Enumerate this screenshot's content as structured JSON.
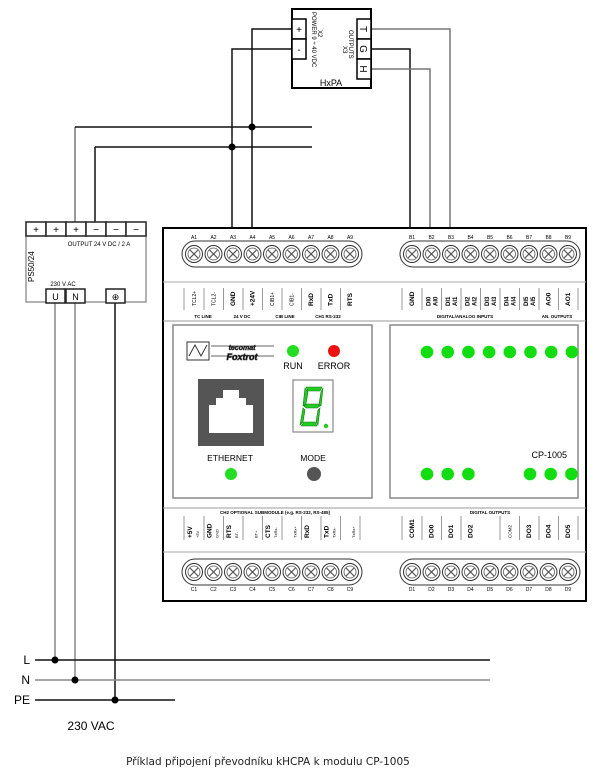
{
  "hxpa": {
    "name": "HxPA",
    "power_label": "POWER 9 ÷ 40 VDC",
    "power_connector": "X2",
    "outputs_label": "OUTPUTS",
    "outputs_connector": "X3",
    "power_pins": [
      "+",
      "-"
    ],
    "output_pins": [
      "T",
      "G",
      "H"
    ]
  },
  "psu": {
    "name": "PS50/24",
    "output_label": "OUTPUT  24 V DC / 2 A",
    "output_pins": [
      "+",
      "+",
      "+",
      "−",
      "−",
      "−"
    ],
    "input_label": "230 V AC",
    "input_pins": [
      "U",
      "N",
      "⊕"
    ]
  },
  "module": {
    "name": "CP-1005",
    "logo_top": "tecomat",
    "logo_bottom": "Foxtrot",
    "top_terminals_a": [
      "A1",
      "A2",
      "A3",
      "A4",
      "A5",
      "A6",
      "A7",
      "A8",
      "A9"
    ],
    "top_terminals_b": [
      "B1",
      "B2",
      "B3",
      "B4",
      "B5",
      "B6",
      "B7",
      "B8",
      "B9"
    ],
    "bottom_terminals_c": [
      "C1",
      "C2",
      "C3",
      "C4",
      "C5",
      "C6",
      "C7",
      "C8",
      "C9"
    ],
    "bottom_terminals_d": [
      "D1",
      "D2",
      "D3",
      "D4",
      "D5",
      "D6",
      "D7",
      "D8",
      "D9"
    ],
    "a_labels": [
      {
        "main": "TCL2+",
        "faint": true
      },
      {
        "main": "TCL2-",
        "faint": true
      },
      {
        "main": "GND",
        "faint": false
      },
      {
        "main": "+24V",
        "faint": false
      },
      {
        "main": "CIB1+",
        "faint": true
      },
      {
        "main": "CIB1-",
        "faint": true
      },
      {
        "main": "RxD",
        "faint": false
      },
      {
        "main": "TxD",
        "faint": false
      },
      {
        "main": "RTS",
        "faint": false
      }
    ],
    "a_groups": [
      "TC LINE",
      "24 V DC",
      "CIB LINE",
      "CH1 RS-232"
    ],
    "b_labels": [
      {
        "main": "GND",
        "sub": ""
      },
      {
        "main": "DI0",
        "sub": "AI0"
      },
      {
        "main": "DI1",
        "sub": "AI1"
      },
      {
        "main": "DI2",
        "sub": "AI2"
      },
      {
        "main": "DI3",
        "sub": "AI3"
      },
      {
        "main": "DI4",
        "sub": "AI4"
      },
      {
        "main": "DI5",
        "sub": "AI5"
      },
      {
        "main": "AO0",
        "sub": ""
      },
      {
        "main": "AO1",
        "sub": ""
      }
    ],
    "b_groups": [
      "DIGITAL/ANALOG INPUTS",
      "AN. OUTPUTS"
    ],
    "c_group": "CH2 OPTIONAL SUBMODULE (e.g. RS-232, RS-485)",
    "c_labels": [
      {
        "main": "+5V",
        "sub": "+5V"
      },
      {
        "main": "GND",
        "sub": "GND"
      },
      {
        "main": "RTS",
        "sub": "BT-"
      },
      {
        "main": "",
        "sub": "BT+"
      },
      {
        "main": "CTS",
        "sub": "TxRx-"
      },
      {
        "main": "",
        "sub": "TxRx+"
      },
      {
        "main": "RxD",
        "sub": ""
      },
      {
        "main": "TxD",
        "sub": "TxRx-"
      },
      {
        "main": "",
        "sub": "TxRx+"
      }
    ],
    "d_group": "DIGITAL OUTPUTS",
    "d_labels": [
      {
        "main": "COM1",
        "faint": false
      },
      {
        "main": "DO0",
        "faint": false
      },
      {
        "main": "DO1",
        "faint": false
      },
      {
        "main": "DO2",
        "faint": false
      },
      {
        "main": "",
        "faint": false
      },
      {
        "main": "COM2",
        "faint": true
      },
      {
        "main": "DO3",
        "faint": false
      },
      {
        "main": "DO4",
        "faint": false
      },
      {
        "main": "DO5",
        "faint": false
      }
    ],
    "leds": {
      "run_label": "RUN",
      "error_label": "ERROR",
      "ethernet_label": "ETHERNET",
      "mode_label": "MODE",
      "run_color": "#22dd22",
      "error_color": "#ee1111",
      "ethernet_color": "#22dd22",
      "mode_color": "#555555",
      "input_led_count": 8,
      "output_led_left_count": 3,
      "output_led_right_count": 3,
      "led_on_color": "#11dd11"
    },
    "display_digit": "8"
  },
  "mains": {
    "rails": [
      "L",
      "N",
      "PE"
    ],
    "label": "230 VAC"
  },
  "caption": "Příklad připojení převodníku kHCPA k modulu CP-1005"
}
